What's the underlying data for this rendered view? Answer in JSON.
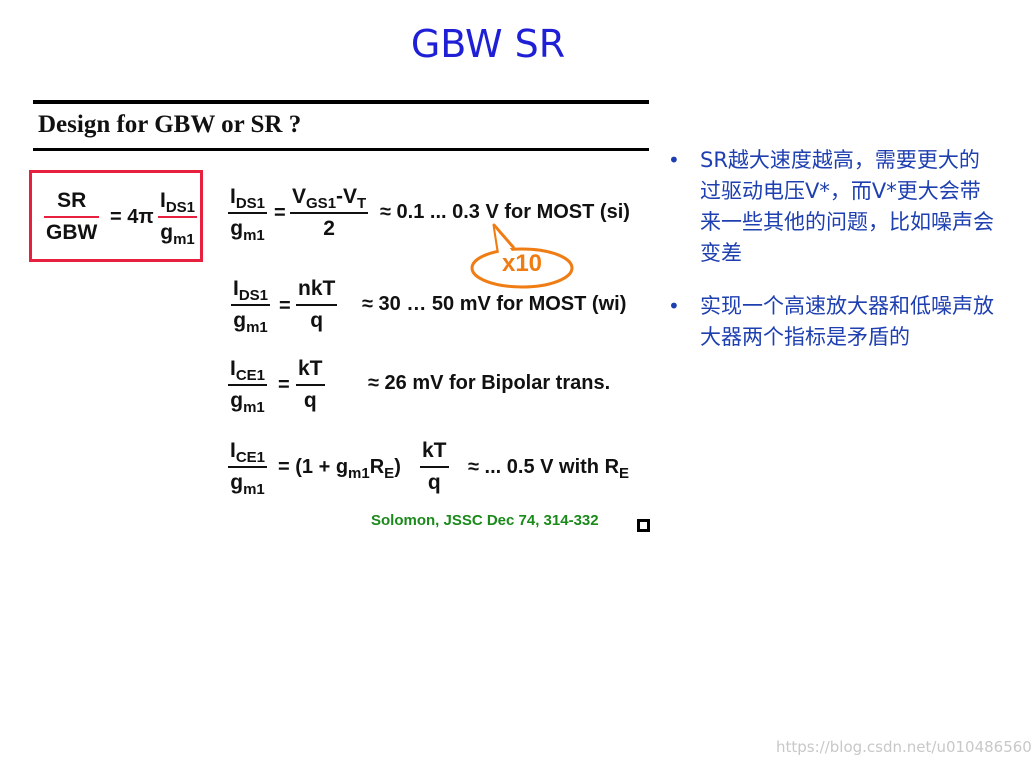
{
  "slide": {
    "title": "GBW SR"
  },
  "heading": "Design for GBW or SR ?",
  "box_formula": {
    "num": "SR",
    "den": "GBW",
    "op": "= 4π",
    "rhs_num_main": "I",
    "rhs_num_sub": "DS1",
    "rhs_den_main": "g",
    "rhs_den_sub": "m1"
  },
  "equations": [
    {
      "lhs_num_main": "I",
      "lhs_num_sub": "DS1",
      "lhs_den_main": "g",
      "lhs_den_sub": "m1",
      "rhs_num_a": "V",
      "rhs_num_a_sub": "GS1",
      "rhs_num_b": "-V",
      "rhs_num_b_sub": "T",
      "rhs_den": "2",
      "approx": "≈ 0.1 ... 0.3 V for MOST (si)"
    },
    {
      "lhs_num_main": "I",
      "lhs_num_sub": "DS1",
      "lhs_den_main": "g",
      "lhs_den_sub": "m1",
      "rhs_num": "nkT",
      "rhs_den": "q",
      "approx": "≈ 30 … 50 mV for MOST (wi)"
    },
    {
      "lhs_num_main": "I",
      "lhs_num_sub": "CE1",
      "lhs_den_main": "g",
      "lhs_den_sub": "m1",
      "rhs_num": "kT",
      "rhs_den": "q",
      "approx": "≈  26 mV for Bipolar trans."
    },
    {
      "lhs_num_main": "I",
      "lhs_num_sub": "CE1",
      "lhs_den_main": "g",
      "lhs_den_sub": "m1",
      "mid_a": "= (1 + g",
      "mid_a_sub": "m1",
      "mid_b": "R",
      "mid_b_sub": "E",
      "mid_c": ")",
      "rhs_num": "kT",
      "rhs_den": "q",
      "approx": "≈ ... 0.5 V with R",
      "approx_sub": "E"
    }
  ],
  "callout": {
    "text": "x10",
    "color": "#f07d14"
  },
  "citation": "Solomon, JSSC Dec 74, 314-332",
  "bullets": [
    {
      "marker": "•",
      "text": "SR越大速度越高，需要更大的过驱动电压V*，而V*更大会带来一些其他的问题，比如噪声会变差"
    },
    {
      "marker": "•",
      "text": "实现一个高速放大器和低噪声放大器两个指标是矛盾的"
    }
  ],
  "watermark": "https://blog.csdn.net/u010486560",
  "colors": {
    "title": "#1f1fd6",
    "accent_red": "#e8203f",
    "citation_green": "#1a8a1a",
    "bullet_blue": "#1e3fb0"
  }
}
